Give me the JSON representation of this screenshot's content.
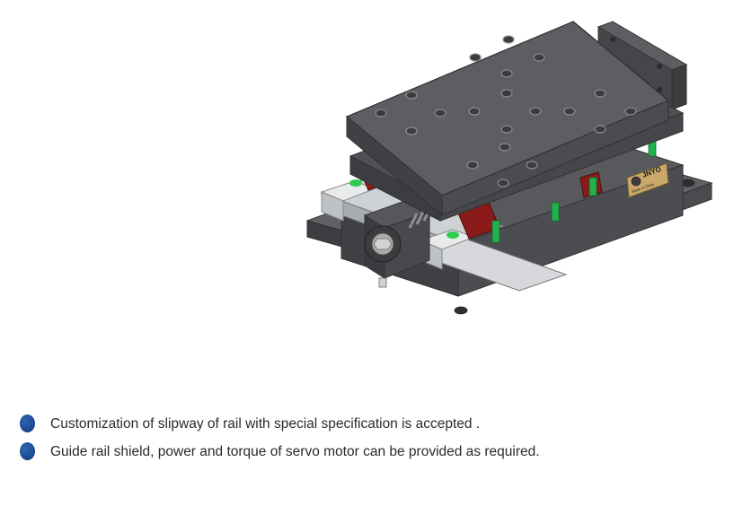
{
  "figure": {
    "label_plate": {
      "brand": "JNYO",
      "subtitle": "Made in China"
    }
  },
  "features": [
    {
      "icon": "bullet-dot-icon",
      "text": "Customization of slipway of rail with special specification is accepted ."
    },
    {
      "icon": "bullet-dot-icon",
      "text": "Guide rail shield, power and torque of servo motor can be provided as required."
    }
  ],
  "colors": {
    "bullet": "#1c4b93",
    "body_text": "#2b2b2b",
    "stage_dark": "#4a4c4f",
    "stage_top": "#5c5e61",
    "guide_block_red": "#8b1b1b",
    "seal_green": "#22b24c",
    "rail_silver": "#d5d7d9",
    "label_plate": "#c9a86a"
  }
}
